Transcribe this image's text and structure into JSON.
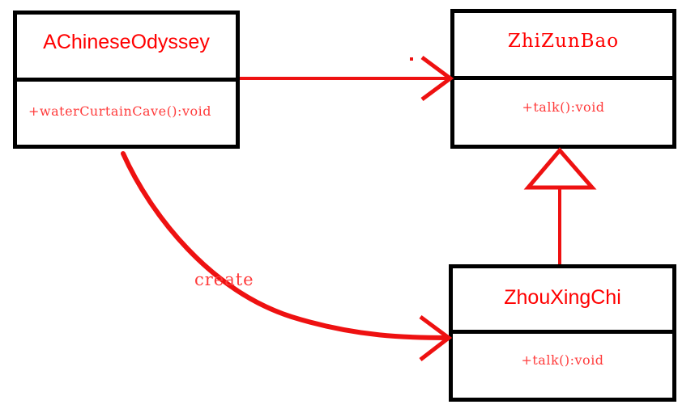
{
  "diagram": {
    "type": "uml-class-diagram",
    "background_color": "#ffffff",
    "box_border_color": "#000000",
    "text_color": "#ff0000",
    "relation_color": "#ee1111"
  },
  "classes": [
    {
      "id": "achineseodyssey",
      "name": "AChineseOdyssey",
      "members": [
        "+waterCurtainCave():void"
      ]
    },
    {
      "id": "zhizunbao",
      "name": "ZhiZunBao",
      "members": [
        "+talk():void"
      ]
    },
    {
      "id": "zhouxingchi",
      "name": "ZhouXingChi",
      "members": [
        "+talk():void"
      ]
    }
  ],
  "relations": [
    {
      "id": "association-odyssey-zhizunbao",
      "kind": "association",
      "from": "AChineseOdyssey",
      "to": "ZhiZunBao",
      "label": ""
    },
    {
      "id": "create-odyssey-zhouxingchi",
      "kind": "dependency-create",
      "from": "AChineseOdyssey",
      "to": "ZhouXingChi",
      "label": "create"
    },
    {
      "id": "generalization-zhouxingchi-zhizunbao",
      "kind": "generalization",
      "from": "ZhouXingChi",
      "to": "ZhiZunBao",
      "label": ""
    }
  ]
}
